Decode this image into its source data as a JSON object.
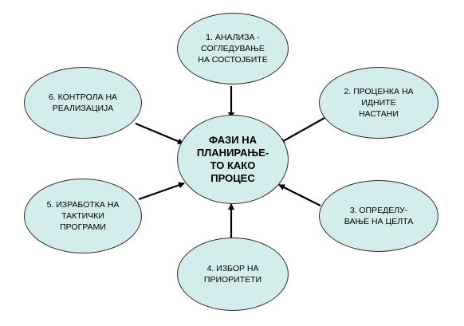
{
  "colors": {
    "node_fill": "#d3ecec",
    "node_border": "#2c2c2c",
    "arrow": "#000000",
    "text": "#000000"
  },
  "diagram": {
    "center": "ФАЗИ НА\nПЛАНИРАЊЕ-\nТО КАКО\nПРОЦЕС",
    "nodes": {
      "analysis": "1. АНАЛИЗА -\nСОГЛЕДУВАЊЕ\nНА СОСТОЈБИТЕ",
      "assessment": "2. ПРОЦЕНКА НА\nИДНИТЕ\nНАСТАНИ",
      "goal": "3. ОПРЕДЕЛУ-\nВАЊЕ НА ЦЕЛТА",
      "priorities": "4. ИЗБОР НА\nПРИОРИТЕТИ",
      "programs": "5. ИЗРАБОТКА НА\nТАКТИЧКИ\nПРОГРАМИ",
      "control": "6. КОНТРОЛА НА\nРЕАЛИЗАЦИЈА"
    }
  }
}
